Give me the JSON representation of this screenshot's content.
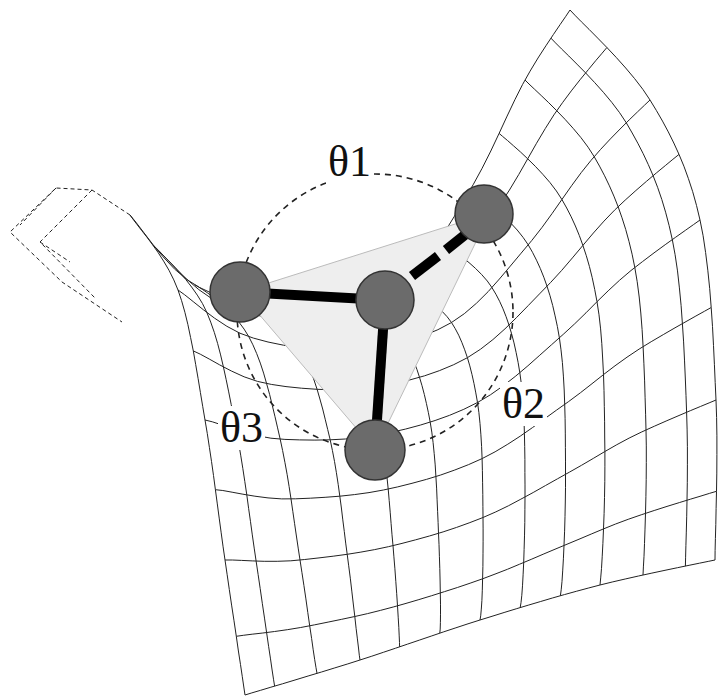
{
  "diagram": {
    "labels": [
      "θ1",
      "θ2",
      "θ3"
    ]
  }
}
